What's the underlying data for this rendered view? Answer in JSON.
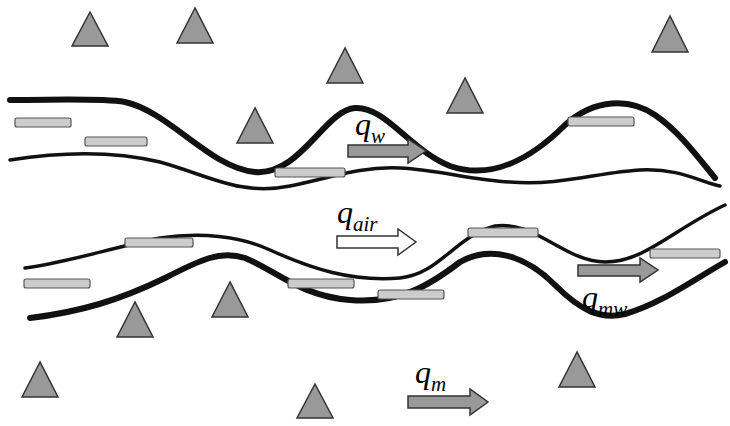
{
  "diagram": {
    "labels": [
      "qw",
      "qair",
      "qmw",
      "qm"
    ]
  }
}
